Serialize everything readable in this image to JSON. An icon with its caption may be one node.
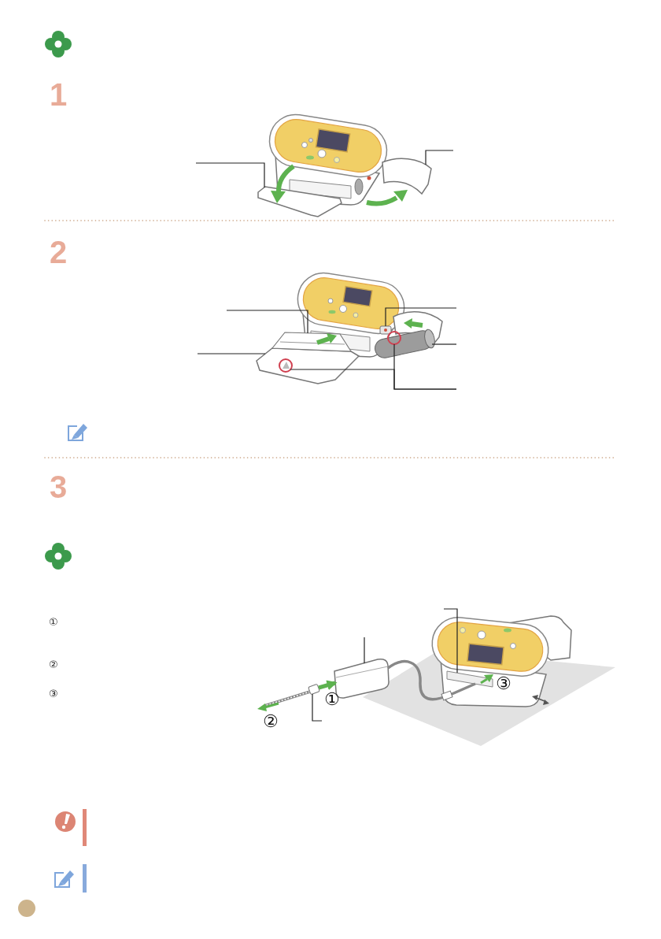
{
  "diagram": {
    "nodes": [
      {
        "text": [],
        "shape": "picture"
      },
      {
        "text": [],
        "shape": "picture"
      },
      {
        "text": [],
        "shape": "picture"
      },
      {
        "text": [],
        "shape": "picture"
      },
      {
        "text": [],
        "shape": "picture"
      },
      {
        "text": [],
        "shape": "picture"
      },
      {
        "text": [],
        "shape": "circle",
        "in": 4
      },
      {
        "text": [],
        "shape": "circle",
        "in": 5
      },
      {
        "text": [],
        "shape": "picture"
      },
      {
        "text": [],
        "shape": "picture"
      },
      {
        "text": [],
        "shape": "picture"
      },
      {
        "text": [],
        "shape": "picture"
      }
    ],
    "edges": [
      {
        "from": null,
        "to": 0,
        "arrow": "none"
      },
      {
        "from": null,
        "to": 1,
        "arrow": "none"
      },
      {
        "from": null,
        "to": 2,
        "arrow": "none"
      },
      {
        "from": null,
        "to": 4,
        "arrow": "none"
      },
      {
        "from": null,
        "to": 3,
        "arrow": "none"
      },
      {
        "from": null,
        "to": 5,
        "arrow": "none"
      },
      {
        "from": null,
        "to": 6,
        "arrow": "none"
      },
      {
        "from": null,
        "to": 7,
        "arrow": "none"
      },
      {
        "from": null,
        "to": 8,
        "arrow": "none"
      },
      {
        "from": null,
        "to": 9,
        "arrow": "none"
      },
      {
        "from": null,
        "to": 10,
        "arrow": "none"
      },
      {
        "from": 9,
        "to": 8,
        "arrow": "none",
        "style": "thick",
        "color": "#888888"
      },
      {
        "from": 10,
        "to": 9,
        "arrow": "to",
        "style": "thick",
        "color": "#5db24f"
      }
    ],
    "labels": [
      "1",
      "2",
      "3",
      "①",
      "②",
      "③",
      "③",
      "①",
      "②"
    ]
  }
}
